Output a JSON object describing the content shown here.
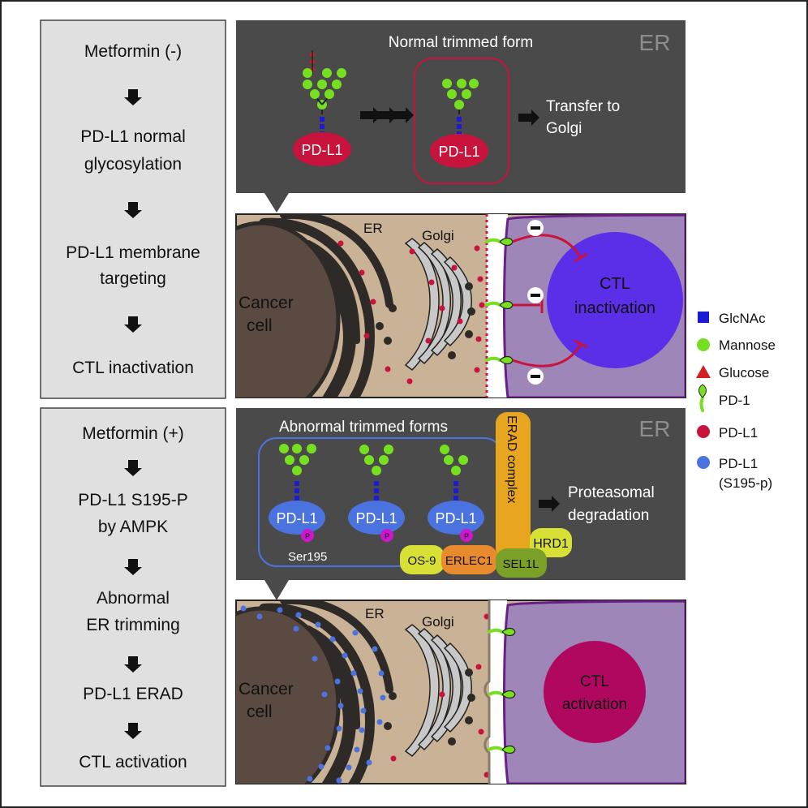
{
  "top_flow": {
    "steps": [
      "Metformin (-)",
      "PD-L1 normal",
      "glycosylation",
      "PD-L1 membrane",
      "targeting",
      "CTL inactivation"
    ]
  },
  "bottom_flow": {
    "steps": [
      "Metformin (+)",
      "PD-L1 S195-P",
      "by AMPK",
      "Abnormal",
      "ER trimming",
      "PD-L1 ERAD",
      "CTL activation"
    ]
  },
  "top_er_panel": {
    "title": "Normal trimmed form",
    "corner_label": "ER",
    "protein_label": "PD-L1",
    "transfer_line1": "Transfer to",
    "transfer_line2": "Golgi"
  },
  "top_cell": {
    "er_label": "ER",
    "golgi_label": "Golgi",
    "cancer_line1": "Cancer",
    "cancer_line2": "cell",
    "ctl_line1": "CTL",
    "ctl_line2": "inactivation",
    "minus_sign": "−"
  },
  "bottom_er_panel": {
    "title": "Abnormal trimmed forms",
    "corner_label": "ER",
    "protein_label": "PD-L1",
    "phospho_label": "P",
    "ser_label": "Ser195",
    "erad_label": "ERAD complex",
    "os9_label": "OS-9",
    "erlec1_label": "ERLEC1",
    "sel1l_label": "SEL1L",
    "hrd1_label": "HRD1",
    "proteasome_line1": "Proteasomal",
    "proteasome_line2": "degradation"
  },
  "bottom_cell": {
    "er_label": "ER",
    "golgi_label": "Golgi",
    "cancer_line1": "Cancer",
    "cancer_line2": "cell",
    "ctl_line1": "CTL",
    "ctl_line2": "activation"
  },
  "legend": {
    "items": [
      {
        "label": "GlcNAc",
        "icon": "blue-square-icon"
      },
      {
        "label": "Mannose",
        "icon": "green-circle-icon"
      },
      {
        "label": "Glucose",
        "icon": "red-triangle-icon"
      },
      {
        "label": "PD-1",
        "icon": "pd1-receptor-icon"
      },
      {
        "label": "PD-L1",
        "icon": "red-dot-icon"
      },
      {
        "label": "PD-L1",
        "label2": "(S195-p)",
        "icon": "blue-dot-icon"
      }
    ]
  },
  "colors": {
    "dark_panel": "#4a4a4a",
    "cytoplasm": "#c9b295",
    "ctl_membrane": "#9f86b8",
    "ctl_inactive": "#5b2ee8",
    "ctl_active": "#b0085f",
    "pdl1_red": "#c8143c",
    "pdl1_blue": "#4b73e0",
    "mannose": "#76e020",
    "glcnac": "#1b1bd6",
    "erad": "#e8a520"
  }
}
